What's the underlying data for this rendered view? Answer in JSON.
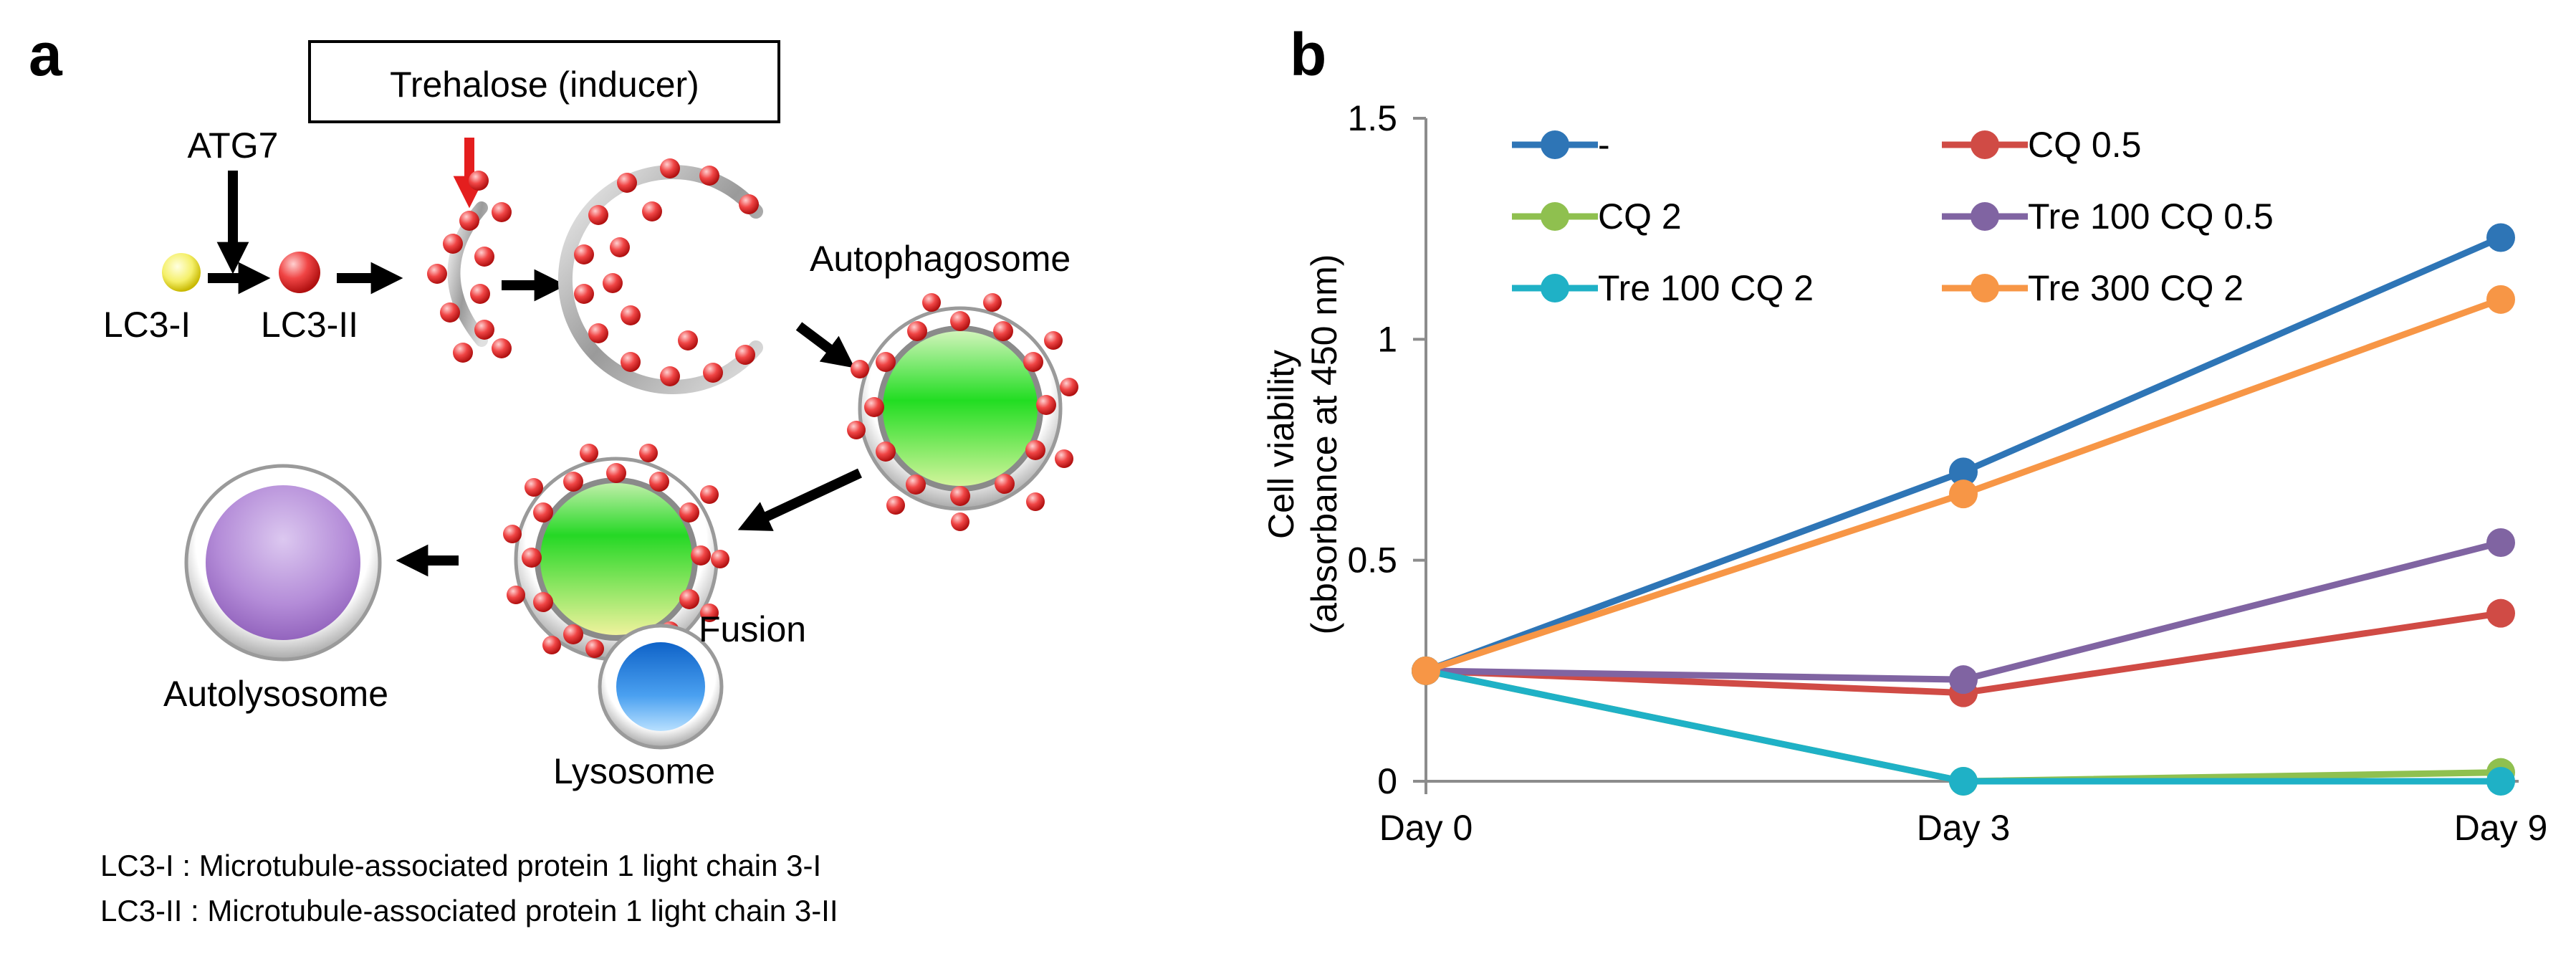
{
  "panel_a": {
    "label": "a",
    "inducer_box": "Trehalose (inducer)",
    "atg7": "ATG7",
    "lc3_i": "LC3-I",
    "lc3_ii": "LC3-II",
    "autophagosome": "Autophagosome",
    "fusion": "Fusion",
    "autolysosome": "Autolysosome",
    "lysosome": "Lysosome",
    "footnote_1": "LC3-I : Microtubule-associated protein 1 light chain 3-I",
    "footnote_2": "LC3-II : Microtubule-associated protein 1 light chain 3-II"
  },
  "panel_b": {
    "label": "b"
  },
  "chart_data": {
    "type": "line",
    "categories": [
      "Day 0",
      "Day 3",
      "Day 9"
    ],
    "xlabel": "",
    "ylabel_line1": "Cell viability",
    "ylabel_line2": "(absorbance at 450 nm)",
    "ylim": [
      0,
      1.5
    ],
    "yticks": [
      0,
      0.5,
      1,
      1.5
    ],
    "ytick_labels": [
      "0",
      "0.5",
      "1",
      "1.5"
    ],
    "grid": false,
    "legend_position": "top",
    "series": [
      {
        "name": "-",
        "color": "#2e75b6",
        "values": [
          0.25,
          0.7,
          1.23
        ]
      },
      {
        "name": "CQ 0.5",
        "color": "#d04b45",
        "values": [
          0.25,
          0.2,
          0.38
        ]
      },
      {
        "name": "CQ 2",
        "color": "#8fc04f",
        "values": [
          0.25,
          0.0,
          0.02
        ]
      },
      {
        "name": "Tre 100 CQ 0.5",
        "color": "#8064a2",
        "values": [
          0.25,
          0.23,
          0.54
        ]
      },
      {
        "name": "Tre 100 CQ 2",
        "color": "#1fb1c6",
        "values": [
          0.25,
          0.0,
          0.0
        ]
      },
      {
        "name": "Tre 300 CQ 2",
        "color": "#f79646",
        "values": [
          0.25,
          0.65,
          1.09
        ]
      }
    ]
  }
}
